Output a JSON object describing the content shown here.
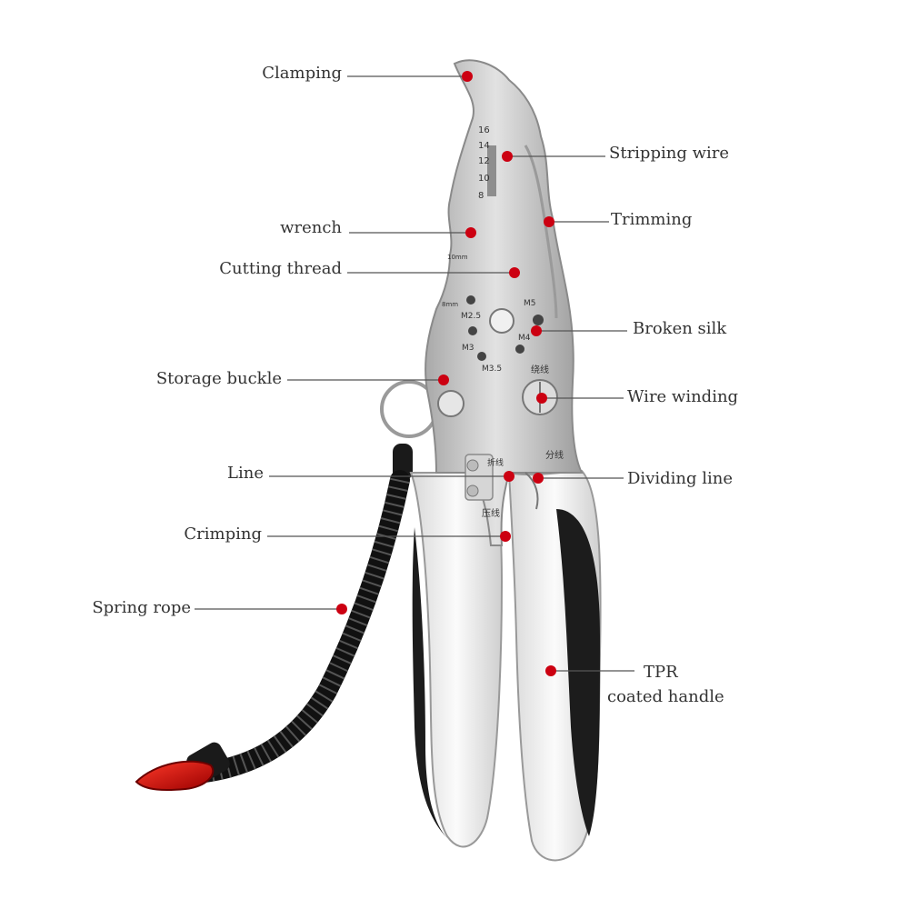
{
  "colors": {
    "background": "#ffffff",
    "label_text": "#333333",
    "leader_line": "#555555",
    "marker": "#cc0011",
    "steel": "#c9c9c9",
    "handle_dark": "#1c1c1c",
    "handle_light": "#e8e8e8",
    "spring": "#1a1a1a",
    "clip": "#d01010"
  },
  "tool_markings": {
    "gauge": [
      "16",
      "14",
      "12",
      "10",
      "8"
    ],
    "wrench_size": "10mm",
    "hex_size": "8mm",
    "screw_m25": "M2.5",
    "screw_m3": "M3",
    "screw_m35": "M3.5",
    "screw_m4": "M4",
    "screw_m5": "M5",
    "cn_wire_winding": "绕线",
    "cn_dividing_line": "分线",
    "cn_line": "折线",
    "cn_crimping": "压线"
  },
  "labels": {
    "clamping": "Clamping",
    "stripping_wire": "Stripping wire",
    "trimming": "Trimming",
    "wrench": "wrench",
    "cutting_thread": "Cutting thread",
    "broken_silk": "Broken silk",
    "storage_buckle": "Storage buckle",
    "wire_winding": "Wire winding",
    "line": "Line",
    "dividing_line": "Dividing line",
    "crimping": "Crimping",
    "spring_rope": "Spring rope",
    "tpr_line1": "TPR",
    "tpr_line2": "coated handle"
  }
}
